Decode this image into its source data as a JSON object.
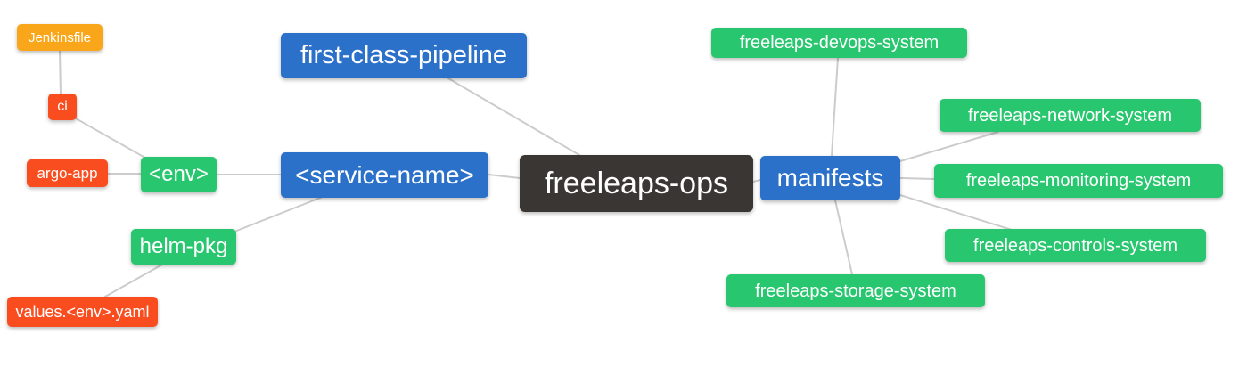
{
  "palette": {
    "blue": "#2b70c9",
    "green": "#28c76f",
    "red": "#f94d1f",
    "orange": "#faa61a",
    "dark": "#3a3634",
    "edge_line": "#cccccc",
    "background": "#ffffff",
    "node_text": "#ffffff"
  },
  "nodes": {
    "freeleaps_ops": {
      "label": "freeleaps-ops",
      "color": "dark"
    },
    "first_class_pipeline": {
      "label": "first-class-pipeline",
      "color": "blue"
    },
    "service_name": {
      "label": "<service-name>",
      "color": "blue"
    },
    "manifests": {
      "label": "manifests",
      "color": "blue"
    },
    "env": {
      "label": "<env>",
      "color": "green"
    },
    "helm_pkg": {
      "label": "helm-pkg",
      "color": "green"
    },
    "argo_app": {
      "label": "argo-app",
      "color": "red"
    },
    "ci": {
      "label": "ci",
      "color": "red"
    },
    "jenkinsfile": {
      "label": "Jenkinsfile",
      "color": "orange"
    },
    "values_env_yaml": {
      "label": "values.<env>.yaml",
      "color": "red"
    },
    "devops_system": {
      "label": "freeleaps-devops-system",
      "color": "green"
    },
    "network_system": {
      "label": "freeleaps-network-system",
      "color": "green"
    },
    "monitoring_system": {
      "label": "freeleaps-monitoring-system",
      "color": "green"
    },
    "controls_system": {
      "label": "freeleaps-controls-system",
      "color": "green"
    },
    "storage_system": {
      "label": "freeleaps-storage-system",
      "color": "green"
    }
  },
  "edges": [
    {
      "from": "jenkinsfile",
      "to": "ci"
    },
    {
      "from": "ci",
      "to": "env"
    },
    {
      "from": "argo_app",
      "to": "env"
    },
    {
      "from": "env",
      "to": "service_name"
    },
    {
      "from": "helm_pkg",
      "to": "service_name"
    },
    {
      "from": "values_env_yaml",
      "to": "helm_pkg"
    },
    {
      "from": "first_class_pipeline",
      "to": "freeleaps_ops"
    },
    {
      "from": "service_name",
      "to": "freeleaps_ops"
    },
    {
      "from": "freeleaps_ops",
      "to": "manifests"
    },
    {
      "from": "manifests",
      "to": "devops_system"
    },
    {
      "from": "manifests",
      "to": "network_system"
    },
    {
      "from": "manifests",
      "to": "monitoring_system"
    },
    {
      "from": "manifests",
      "to": "controls_system"
    },
    {
      "from": "manifests",
      "to": "storage_system"
    }
  ]
}
